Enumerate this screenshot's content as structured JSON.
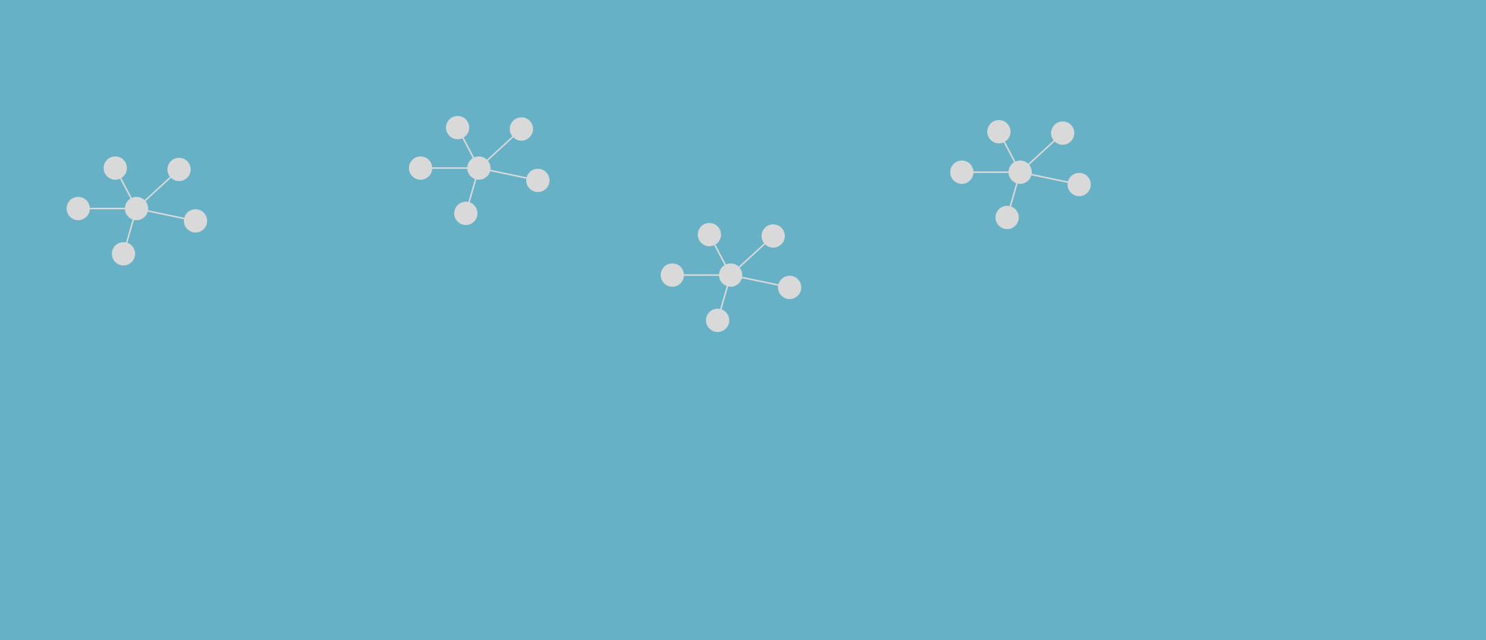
{
  "colors": {
    "background": "#67B1C7",
    "node_fill": "#D9D9D9",
    "edge_stroke": "#D9D9D9"
  },
  "graphs": [
    {
      "id": "cluster-1",
      "hub": "hub",
      "leaves": [
        "leaf-upper-left",
        "leaf-upper-right",
        "leaf-left",
        "leaf-right",
        "leaf-bottom"
      ]
    },
    {
      "id": "cluster-2",
      "hub": "hub",
      "leaves": [
        "leaf-upper-left",
        "leaf-upper-right",
        "leaf-left",
        "leaf-right",
        "leaf-bottom"
      ]
    },
    {
      "id": "cluster-3",
      "hub": "hub",
      "leaves": [
        "leaf-upper-left",
        "leaf-upper-right",
        "leaf-left",
        "leaf-right",
        "leaf-bottom"
      ]
    },
    {
      "id": "cluster-4",
      "hub": "hub",
      "leaves": [
        "leaf-upper-left",
        "leaf-upper-right",
        "leaf-left",
        "leaf-right",
        "leaf-bottom"
      ]
    }
  ]
}
